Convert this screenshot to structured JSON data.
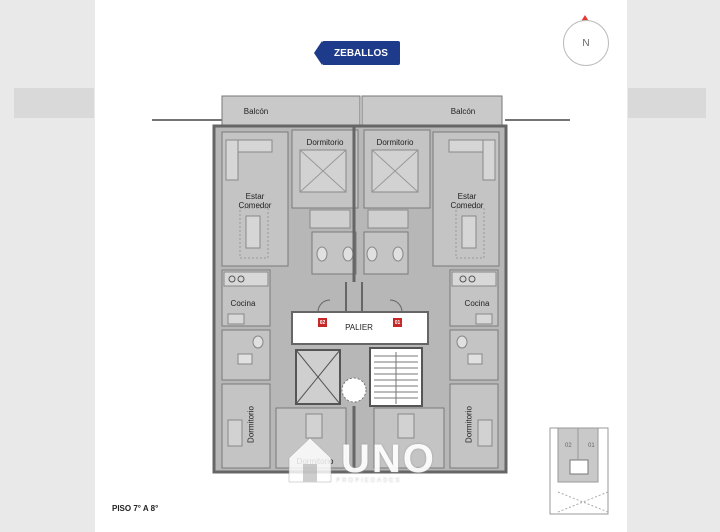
{
  "street": {
    "label": "ZEBALLOS"
  },
  "compass": {
    "label": "N"
  },
  "rooms": {
    "balcon_left": "Balcón",
    "balcon_right": "Balcón",
    "dormitorio_top_left": "Dormitorio",
    "dormitorio_top_right": "Dormitorio",
    "estar_left": "Estar\nComedor",
    "estar_right": "Estar\nComedor",
    "cocina_left": "Cocina",
    "cocina_right": "Cocina",
    "palier": "PALIER",
    "dormitorio_side_left": "Dormitorio",
    "dormitorio_side_right": "Dormitorio",
    "dormitorio_bottom": "Dormitorio"
  },
  "units": {
    "unit_left": "02",
    "unit_right": "01"
  },
  "floor": {
    "label": "PISO 7° A 8°"
  },
  "logo": {
    "text": "UNO",
    "subtitle": "PROPIEDADES"
  },
  "keyplan": {
    "left": "02",
    "right": "01"
  },
  "colors": {
    "floor": "#b9b9b9",
    "wall": "#6f6f6f",
    "accent": "#1e3a8a",
    "badge": "#c62828"
  }
}
